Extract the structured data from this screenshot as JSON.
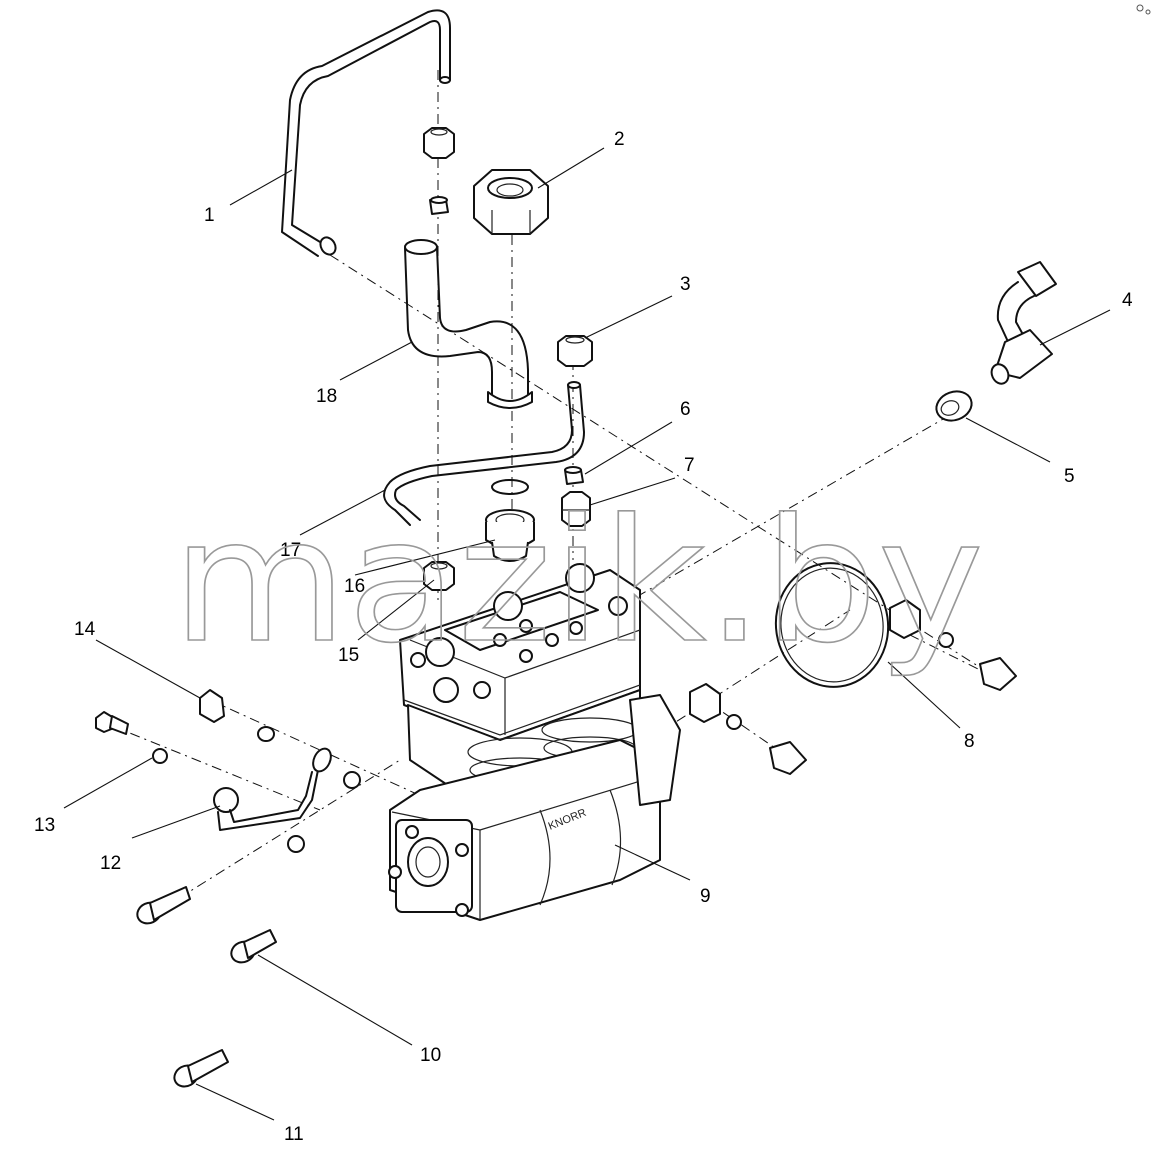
{
  "callouts": [
    {
      "num": "1"
    },
    {
      "num": "2"
    },
    {
      "num": "3"
    },
    {
      "num": "4"
    },
    {
      "num": "5"
    },
    {
      "num": "6"
    },
    {
      "num": "7"
    },
    {
      "num": "8"
    },
    {
      "num": "9"
    },
    {
      "num": "10"
    },
    {
      "num": "11"
    },
    {
      "num": "12"
    },
    {
      "num": "13"
    },
    {
      "num": "14"
    },
    {
      "num": "15"
    },
    {
      "num": "16"
    },
    {
      "num": "17"
    },
    {
      "num": "18"
    }
  ],
  "watermark": "mazik.by",
  "nameplate_text": "KNORR"
}
